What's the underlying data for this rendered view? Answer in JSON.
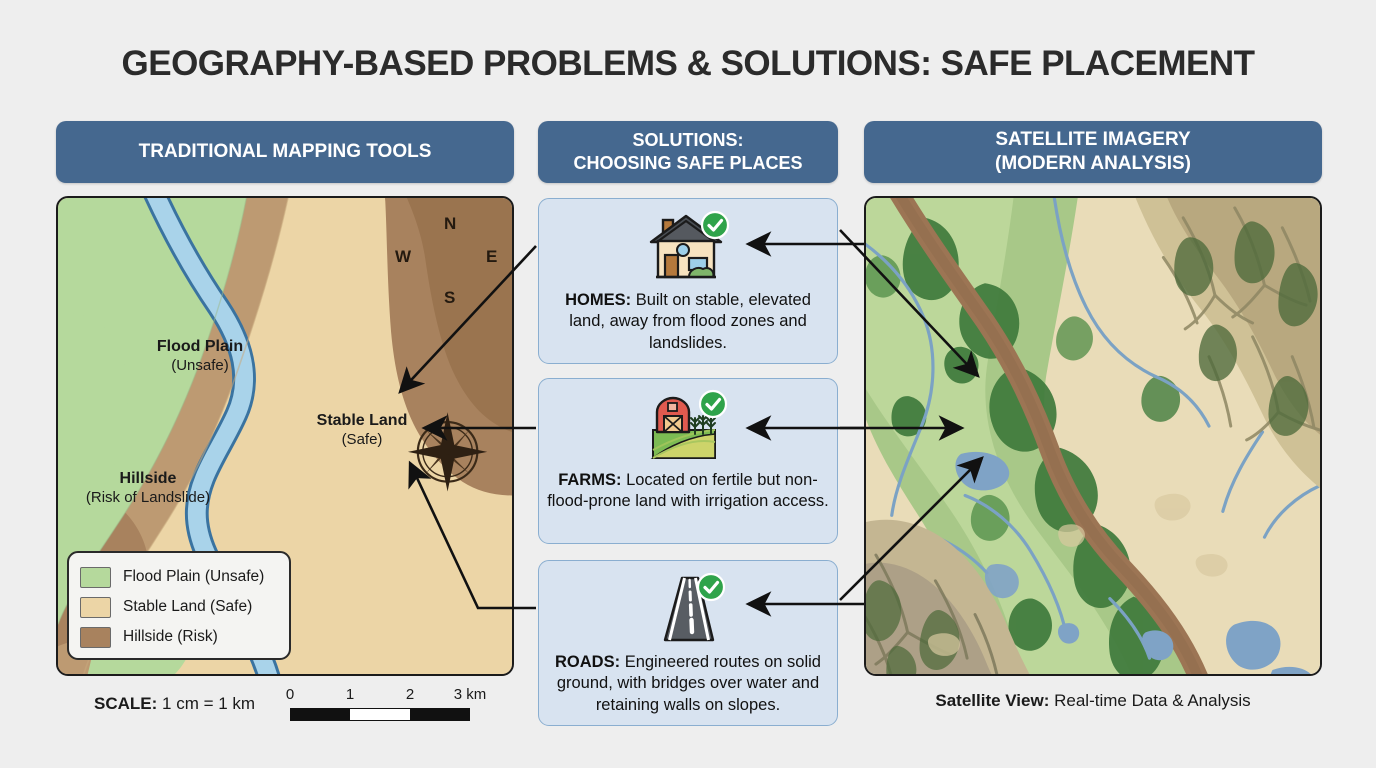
{
  "title": "GEOGRAPHY-BASED PROBLEMS & SOLUTIONS: SAFE PLACEMENT",
  "columns": {
    "left_header": "TRADITIONAL MAPPING TOOLS",
    "middle_header_line1": "SOLUTIONS:",
    "middle_header_line2": "CHOOSING SAFE PLACES",
    "right_header_line1": "SATELLITE IMAGERY",
    "right_header_line2": "(MODERN ANALYSIS)"
  },
  "map": {
    "labels": [
      {
        "name": "flood-plain",
        "line1": "Flood Plain",
        "line2": "(Unsafe)"
      },
      {
        "name": "stable-land",
        "line1": "Stable Land",
        "line2": "(Safe)"
      },
      {
        "name": "hillside",
        "line1": "Hillside",
        "line2": "(Risk of Landslide)"
      }
    ],
    "compass": {
      "north": "N",
      "east": "E",
      "south": "S",
      "west": "W"
    },
    "legend": [
      {
        "label": "Flood Plain (Unsafe)",
        "color": "#b5d99c"
      },
      {
        "label": "Stable Land (Safe)",
        "color": "#ecd5a6"
      },
      {
        "label": "Hillside (Risk)",
        "color": "#a8825e"
      }
    ],
    "scale": {
      "prefix": "SCALE:",
      "value": "1 cm = 1 km",
      "ticks": [
        "0",
        "1",
        "2",
        "3 km"
      ]
    }
  },
  "satellite": {
    "caption_label": "Satellite View:",
    "caption_value": "Real-time Data & Analysis"
  },
  "solutions": [
    {
      "key": "homes",
      "icon": "house-icon",
      "badge": "check-badge-icon",
      "label": "HOMES:",
      "text": "Built on stable, elevated land, away from flood zones and landslides."
    },
    {
      "key": "farms",
      "icon": "barn-farm-icon",
      "badge": "check-badge-icon",
      "label": "FARMS:",
      "text": "Located on fertile but non-flood-prone land with irrigation access."
    },
    {
      "key": "roads",
      "icon": "road-icon",
      "badge": "check-badge-icon",
      "label": "ROADS:",
      "text": "Engineered routes on solid ground, with bridges over water and retaining walls on slopes."
    }
  ],
  "colors": {
    "header_blue": "#45688f",
    "card_blue": "#d8e3f0",
    "check_green": "#2fa34a",
    "page_bg": "#eeeeee",
    "river_blue": "#a9d3ea",
    "sat_river_brown": "#9c7554"
  }
}
